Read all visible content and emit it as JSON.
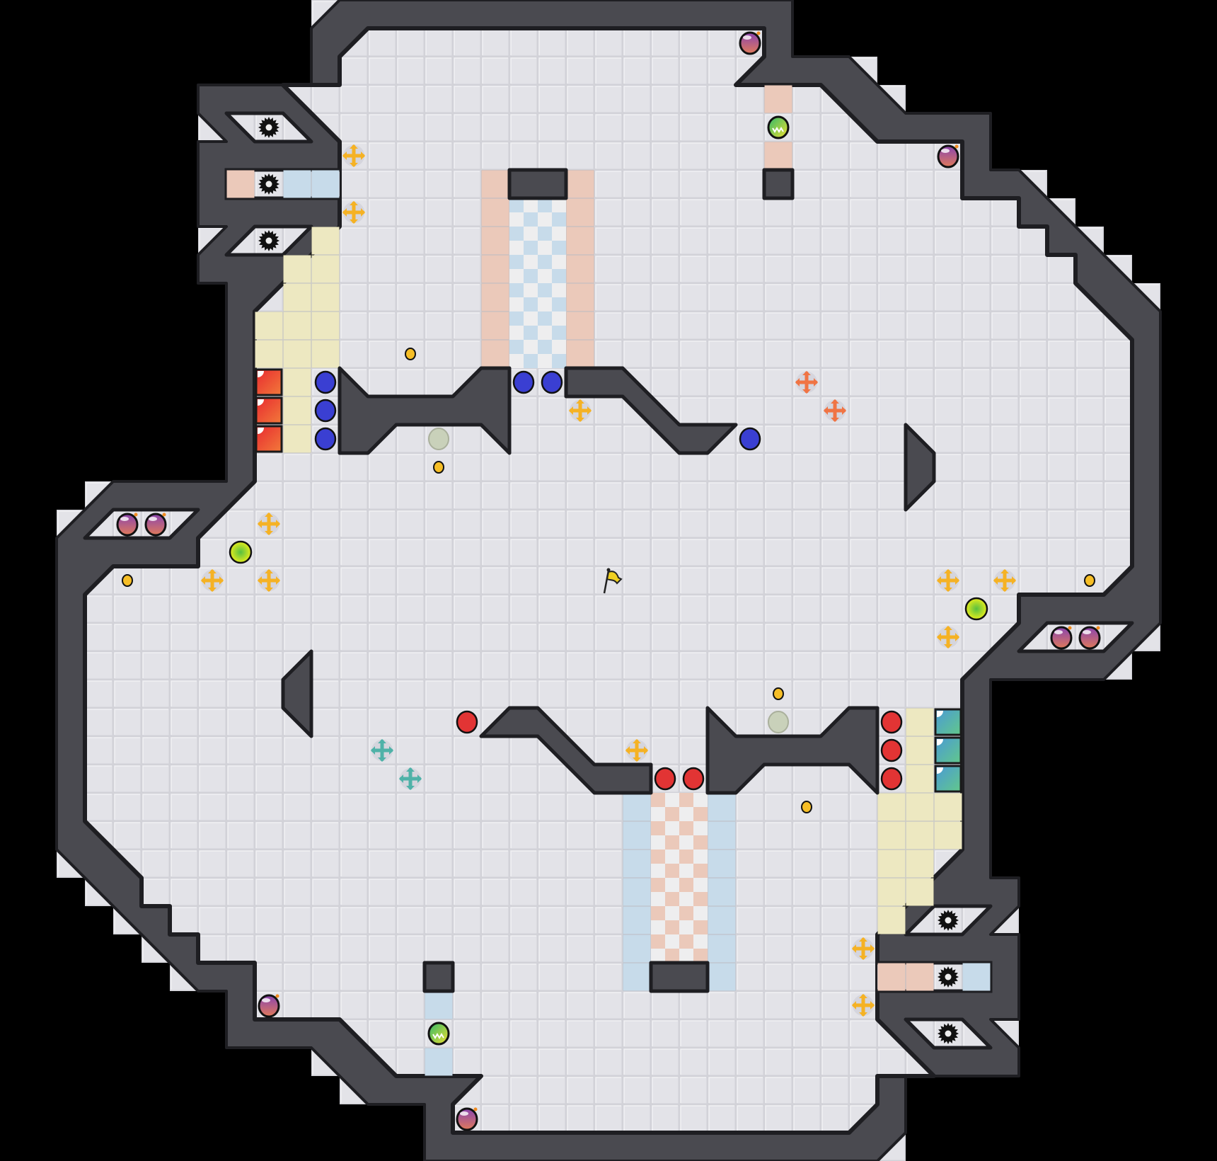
{
  "game": {
    "board": {
      "cols": 43,
      "rows": 41
    },
    "goal_icon": "flag-icon"
  },
  "palette": {
    "background": "#000000",
    "floor": "#e3e3e8",
    "floor_line": "#d2d2d8",
    "wall": "#4a4a50",
    "wall_edge": "#1e1e22",
    "peach": "#ebc9ba",
    "blue": "#c7dbea",
    "beige": "#ede8c1",
    "blue_circle": "#3a3fd2",
    "red_circle": "#e23434",
    "red_block": "#ea3a30",
    "teal_block": "#4a9ed2",
    "yellow_cross": "#f5b224",
    "orange_cross": "#f07444",
    "teal_cross": "#4fb2a8",
    "coin": "#f6be26",
    "bomb": "#9a4aa8",
    "lime_ball": "#dce820",
    "pale_ball": "#c9d1ba",
    "flag": "#f0d020"
  },
  "tile_runs": [
    {
      "type": "peach",
      "col": 17,
      "from_row": 6,
      "to_row": 12
    },
    {
      "type": "peach",
      "col": 20,
      "from_row": 6,
      "to_row": 12
    },
    {
      "type": "peach",
      "col": 27,
      "from_row": 3,
      "to_row": 3
    },
    {
      "type": "peach",
      "col": 27,
      "from_row": 5,
      "to_row": 5
    },
    {
      "type": "peach",
      "col": 8,
      "from_row": 6,
      "to_row": 6
    },
    {
      "type": "peach",
      "col": 31,
      "from_row": 34,
      "to_row": 34
    },
    {
      "type": "peach",
      "col": 32,
      "from_row": 34,
      "to_row": 34
    },
    {
      "type": "blue",
      "col": 22,
      "from_row": 28,
      "to_row": 34
    },
    {
      "type": "blue",
      "col": 25,
      "from_row": 28,
      "to_row": 34
    },
    {
      "type": "blue",
      "col": 15,
      "from_row": 35,
      "to_row": 35
    },
    {
      "type": "blue",
      "col": 15,
      "from_row": 37,
      "to_row": 37
    },
    {
      "type": "blue",
      "col": 34,
      "from_row": 34,
      "to_row": 34
    },
    {
      "type": "blue",
      "col": 10,
      "from_row": 6,
      "to_row": 6
    },
    {
      "type": "blue",
      "col": 11,
      "from_row": 6,
      "to_row": 6
    },
    {
      "type": "beige",
      "col": 11,
      "from_row": 8,
      "to_row": 12
    },
    {
      "type": "beige",
      "col": 10,
      "from_row": 9,
      "to_row": 15
    },
    {
      "type": "beige",
      "col": 9,
      "from_row": 11,
      "to_row": 12
    },
    {
      "type": "beige",
      "col": 31,
      "from_row": 28,
      "to_row": 32
    },
    {
      "type": "beige",
      "col": 32,
      "from_row": 25,
      "to_row": 31
    },
    {
      "type": "beige",
      "col": 33,
      "from_row": 28,
      "to_row": 29
    },
    {
      "type": "checker_blue",
      "col": 18,
      "from_row": 7,
      "to_row": 12
    },
    {
      "type": "checker_blue",
      "col": 19,
      "from_row": 7,
      "to_row": 12
    },
    {
      "type": "checker_peach",
      "col": 23,
      "from_row": 28,
      "to_row": 33
    },
    {
      "type": "checker_peach",
      "col": 24,
      "from_row": 28,
      "to_row": 33
    }
  ],
  "entities": {
    "bomb": [
      [
        26,
        1
      ],
      [
        33,
        5
      ],
      [
        4,
        18
      ],
      [
        5,
        18
      ],
      [
        16,
        39
      ],
      [
        9,
        35
      ],
      [
        38,
        22
      ],
      [
        37,
        22
      ]
    ],
    "striped_ball": [
      [
        27,
        4
      ],
      [
        15,
        36
      ]
    ],
    "lime_ball": [
      [
        8,
        19
      ],
      [
        34,
        21
      ]
    ],
    "coin": [
      [
        14,
        12
      ],
      [
        28,
        28
      ],
      [
        15,
        16
      ],
      [
        27,
        24
      ],
      [
        4,
        20
      ],
      [
        38,
        20
      ]
    ],
    "pale_ball": [
      [
        15,
        15
      ],
      [
        27,
        25
      ]
    ],
    "blue_circle": [
      [
        11,
        13
      ],
      [
        11,
        14
      ],
      [
        11,
        15
      ],
      [
        18,
        13
      ],
      [
        19,
        13
      ],
      [
        26,
        15
      ]
    ],
    "red_circle": [
      [
        31,
        27
      ],
      [
        31,
        26
      ],
      [
        31,
        25
      ],
      [
        24,
        27
      ],
      [
        23,
        27
      ],
      [
        16,
        25
      ]
    ],
    "red_block": [
      [
        9,
        13
      ],
      [
        9,
        14
      ],
      [
        9,
        15
      ]
    ],
    "teal_block": [
      [
        33,
        27
      ],
      [
        33,
        26
      ],
      [
        33,
        25
      ]
    ],
    "yellow_cross": [
      [
        12,
        5
      ],
      [
        12,
        7
      ],
      [
        20,
        14
      ],
      [
        9,
        18
      ],
      [
        7,
        20
      ],
      [
        9,
        20
      ],
      [
        30,
        35
      ],
      [
        30,
        33
      ],
      [
        22,
        26
      ],
      [
        33,
        22
      ],
      [
        35,
        20
      ],
      [
        33,
        20
      ]
    ],
    "orange_cross": [
      [
        28,
        13
      ],
      [
        29,
        14
      ]
    ],
    "teal_cross": [
      [
        14,
        27
      ],
      [
        13,
        26
      ]
    ],
    "gear": [
      [
        9,
        4
      ],
      [
        9,
        6
      ],
      [
        9,
        8
      ],
      [
        33,
        36
      ],
      [
        33,
        34
      ],
      [
        33,
        32
      ]
    ],
    "flag": [
      [
        21,
        20
      ]
    ]
  }
}
